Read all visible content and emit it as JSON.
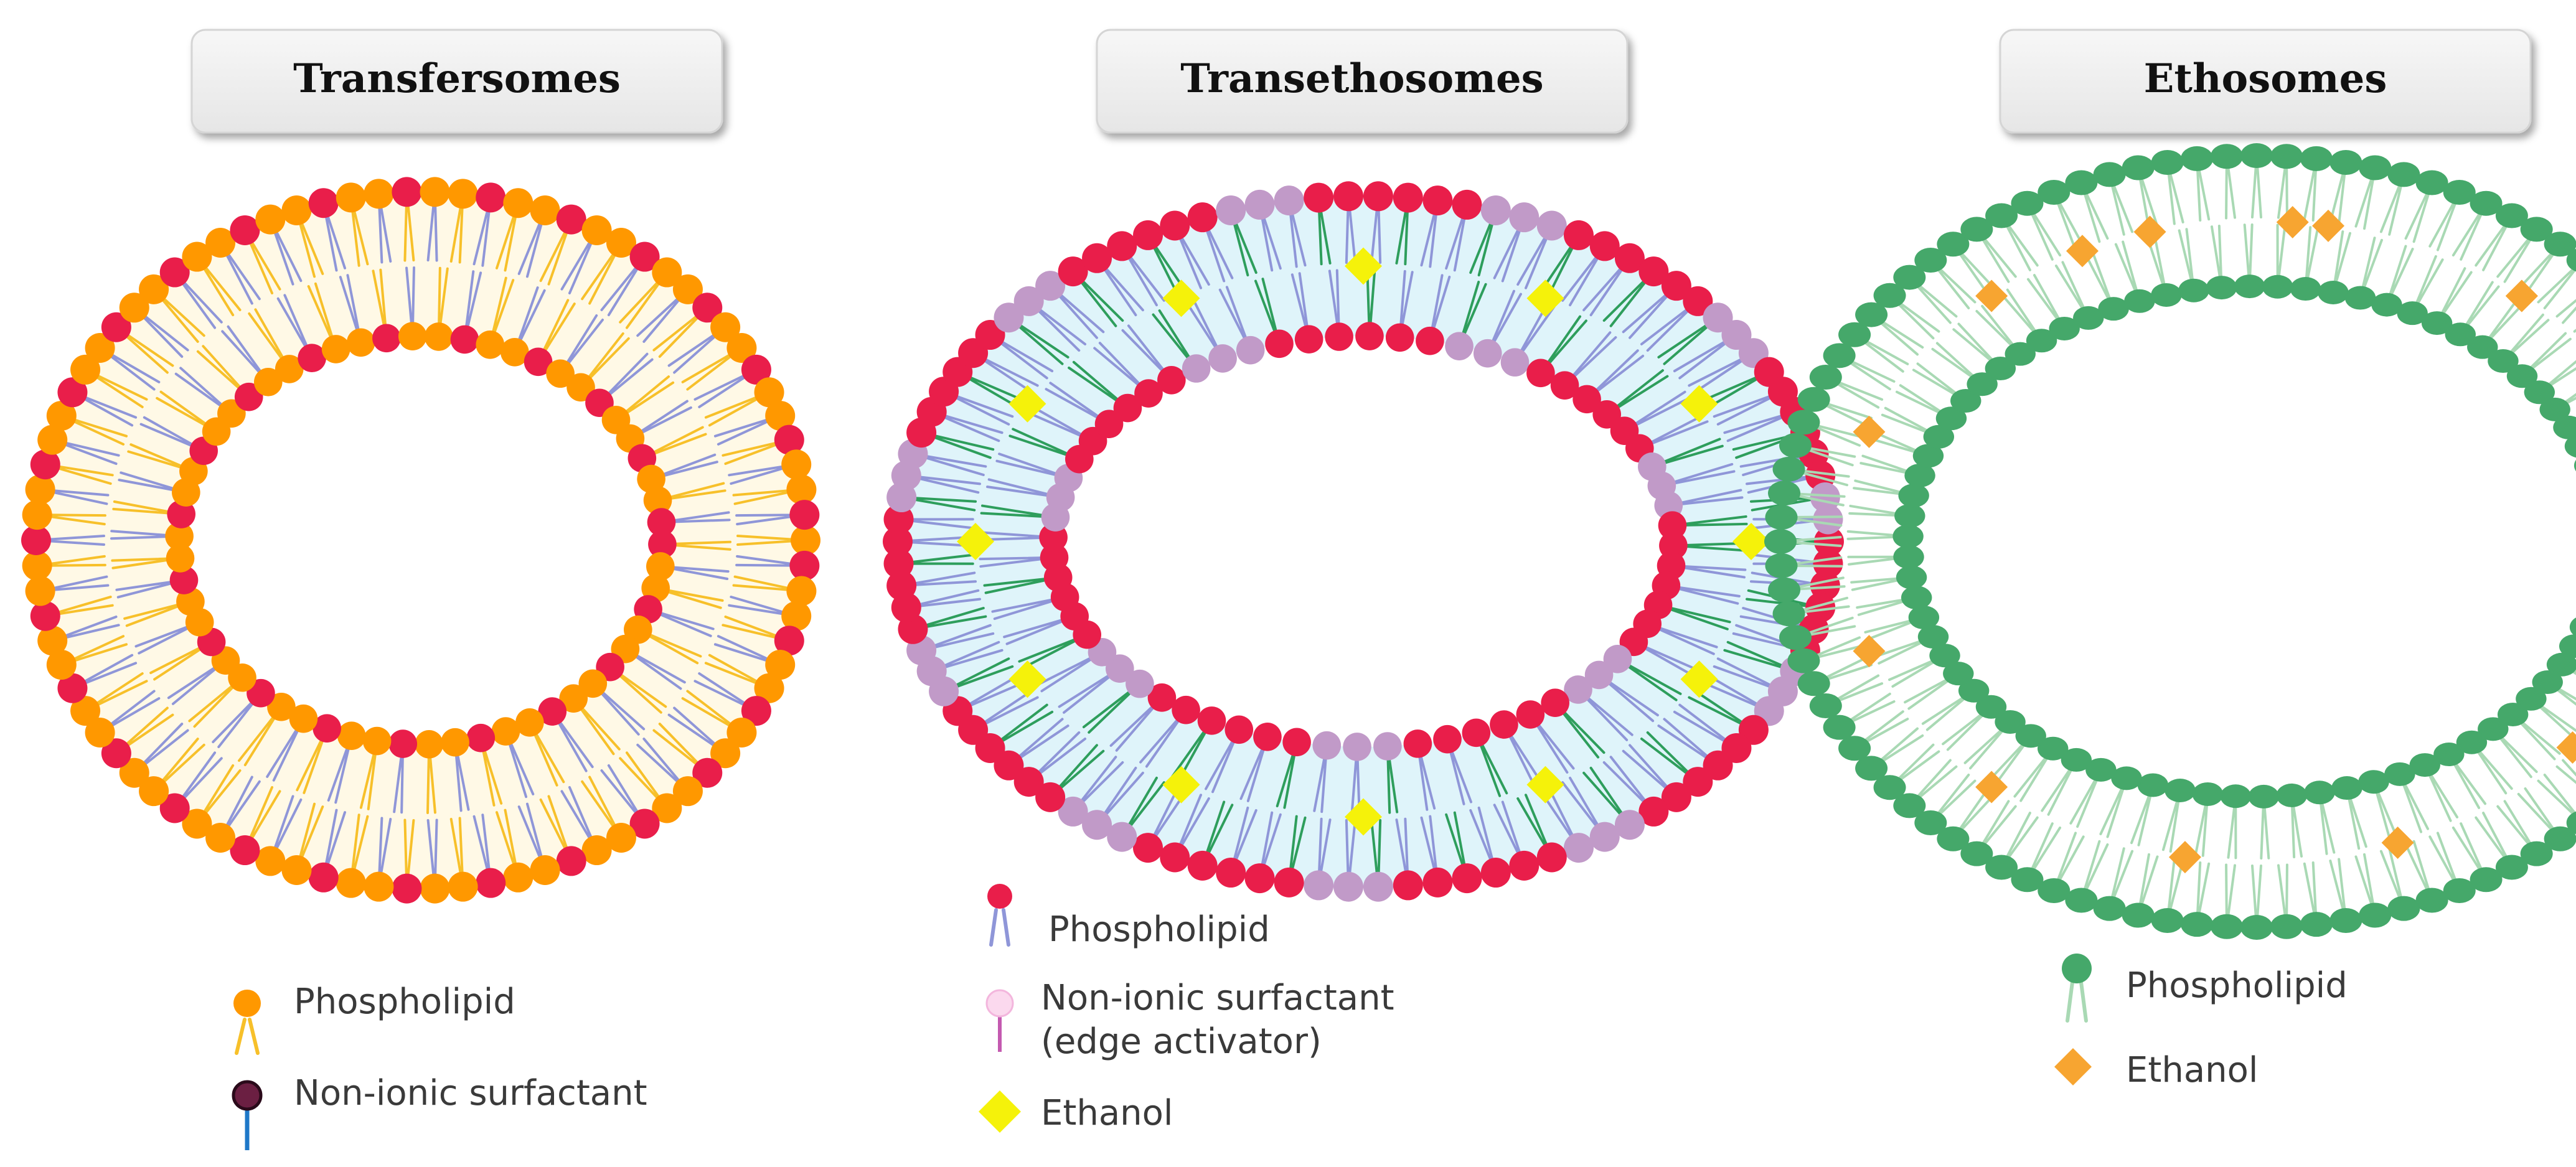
{
  "panels": [
    {
      "id": "transfersomes",
      "title": "Transfersomes",
      "colors": {
        "head_a": "#ff9800",
        "head_b": "#e91e4a",
        "tail_a": "#f7c02a",
        "tail_b": "#8f96d8",
        "fill": "#fff9e6"
      },
      "legend": [
        {
          "label": "Phospholipid",
          "icon": "phospholipid-orange-icon"
        },
        {
          "label": "Non-ionic surfactant",
          "icon": "non-ionic-surfactant-dark-icon"
        }
      ]
    },
    {
      "id": "transethosomes",
      "title": "Transethosomes",
      "colors": {
        "head_a": "#e91e4a",
        "head_b": "#c19ac8",
        "tail_a": "#8f96d8",
        "tail_b": "#2e9e5c",
        "fill": "#dff4fa",
        "ethanol": "#f5f20a"
      },
      "legend": [
        {
          "label": "Phospholipid",
          "icon": "phospholipid-red-icon"
        },
        {
          "label_line1": "Non-ionic surfactant",
          "label_line2": "(edge activator)",
          "icon": "edge-activator-icon"
        },
        {
          "label": "Ethanol",
          "icon": "ethanol-yellow-diamond-icon"
        }
      ]
    },
    {
      "id": "ethosomes",
      "title": "Ethosomes",
      "colors": {
        "head": "#45a86a",
        "tail": "#a9d9b4",
        "ethanol": "#f7a531"
      },
      "legend": [
        {
          "label": "Phospholipid",
          "icon": "phospholipid-green-icon"
        },
        {
          "label": "Ethanol",
          "icon": "ethanol-orange-diamond-icon"
        }
      ]
    }
  ]
}
